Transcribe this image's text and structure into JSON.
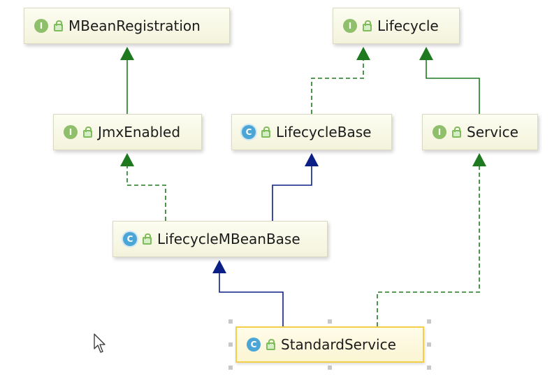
{
  "diagram": {
    "nodes": [
      {
        "id": "mbean-registration",
        "label": "MBeanRegistration",
        "kind": "interface",
        "kind_letter": "I"
      },
      {
        "id": "lifecycle",
        "label": "Lifecycle",
        "kind": "interface",
        "kind_letter": "I"
      },
      {
        "id": "jmx-enabled",
        "label": "JmxEnabled",
        "kind": "interface",
        "kind_letter": "I"
      },
      {
        "id": "lifecycle-base",
        "label": "LifecycleBase",
        "kind": "abstract",
        "kind_letter": "C"
      },
      {
        "id": "service",
        "label": "Service",
        "kind": "interface",
        "kind_letter": "I"
      },
      {
        "id": "lifecycle-mbean-base",
        "label": "LifecycleMBeanBase",
        "kind": "abstract",
        "kind_letter": "C"
      },
      {
        "id": "standard-service",
        "label": "StandardService",
        "kind": "class",
        "kind_letter": "C",
        "selected": true
      }
    ],
    "edges": [
      {
        "from": "jmx-enabled",
        "to": "mbean-registration",
        "type": "extends"
      },
      {
        "from": "lifecycle-base",
        "to": "lifecycle",
        "type": "implements"
      },
      {
        "from": "service",
        "to": "lifecycle",
        "type": "extends"
      },
      {
        "from": "lifecycle-mbean-base",
        "to": "jmx-enabled",
        "type": "implements"
      },
      {
        "from": "lifecycle-mbean-base",
        "to": "lifecycle-base",
        "type": "class-extends"
      },
      {
        "from": "standard-service",
        "to": "lifecycle-mbean-base",
        "type": "class-extends"
      },
      {
        "from": "standard-service",
        "to": "service",
        "type": "implements"
      }
    ],
    "colors": {
      "interface_edge": "#1f7a1f",
      "class_edge": "#0b1f86",
      "selection": "#f4d04a"
    }
  }
}
